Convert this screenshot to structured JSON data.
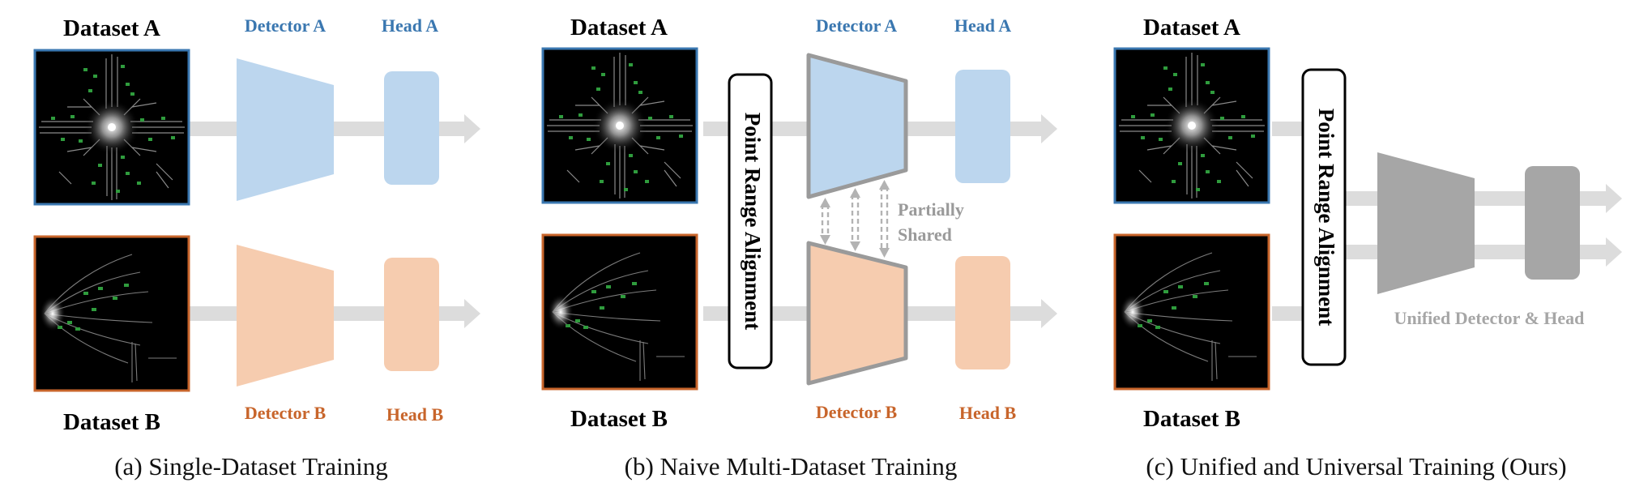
{
  "colors": {
    "blue": "#3a77b0",
    "blue_fill": "#bcd6ee",
    "orange": "#c8652b",
    "orange_fill": "#f6ccaf",
    "gray": "#9a9a9a",
    "gray_fill": "#a6a6a6",
    "arrow": "#dcdcdc"
  },
  "panel_a": {
    "dataset_a": "Dataset A",
    "dataset_b": "Dataset B",
    "detector_a": "Detector A",
    "head_a": "Head A",
    "detector_b": "Detector B",
    "head_b": "Head B",
    "caption": "(a) Single-Dataset Training"
  },
  "panel_b": {
    "dataset_a": "Dataset A",
    "dataset_b": "Dataset B",
    "alignment": "Point Range Alignment",
    "detector_a": "Detector A",
    "head_a": "Head A",
    "detector_b": "Detector B",
    "head_b": "Head B",
    "partially": "Partially",
    "shared": "Shared",
    "caption": "(b) Naive Multi-Dataset Training"
  },
  "panel_c": {
    "dataset_a": "Dataset A",
    "dataset_b": "Dataset B",
    "alignment": "Point Range Alignment",
    "unified": "Unified Detector & Head",
    "caption": "(c) Unified and Universal Training (Ours)"
  }
}
